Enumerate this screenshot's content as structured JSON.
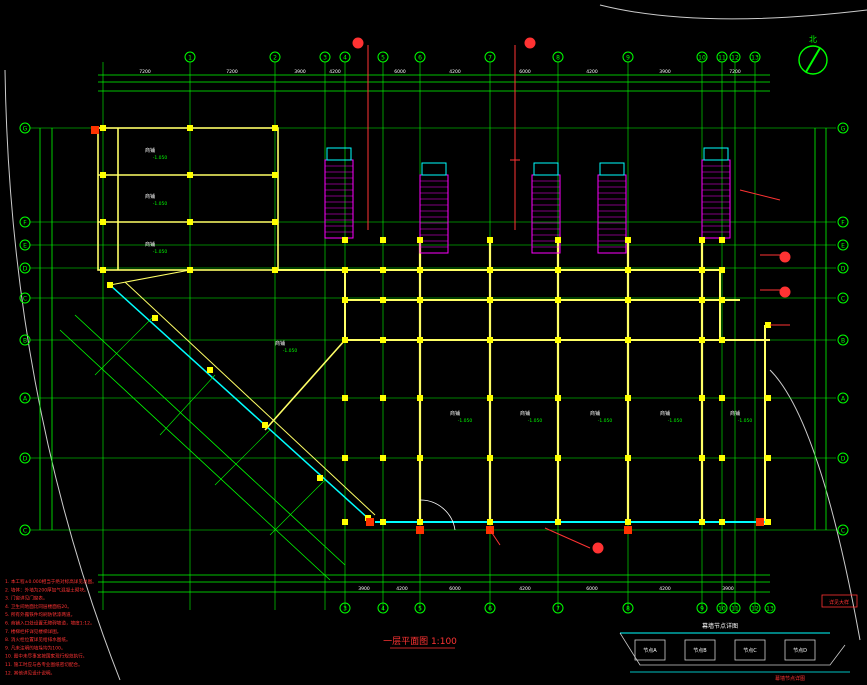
{
  "drawing": {
    "title": "一层平面图 1:100",
    "north_label": "北",
    "colors": {
      "background": "#000000",
      "axis": "#00ff00",
      "column": "#ffff00",
      "wall": "#ffff66",
      "stair": "#ff00ff",
      "glass": "#00ffff",
      "note": "#ff3333",
      "detail": "#00ffff",
      "dim_text": "#ffffff"
    },
    "axis_top": [
      "1",
      "2",
      "3",
      "4",
      "5",
      "6",
      "7",
      "8",
      "9",
      "10",
      "11",
      "12",
      "13"
    ],
    "axis_bottom": [
      "3",
      "4",
      "5",
      "6",
      "7",
      "8",
      "9",
      "10",
      "11",
      "12",
      "13"
    ],
    "axis_left": [
      "G",
      "F",
      "E",
      "D",
      "C",
      "B",
      "A",
      "D",
      "C"
    ],
    "axis_right": [
      "G",
      "F",
      "E",
      "D",
      "C",
      "B",
      "A",
      "D",
      "C"
    ],
    "top_dims": [
      "7200",
      "7200",
      "3900",
      "4200",
      "6000",
      "4200",
      "6000",
      "4200",
      "3900",
      "7200"
    ],
    "bottom_dims": [
      "3900",
      "4200",
      "6000",
      "4200",
      "6000",
      "4200",
      "3900"
    ],
    "room_labels": [
      {
        "text": "商铺",
        "elev": "-1.050"
      },
      {
        "text": "商铺",
        "elev": "-1.050"
      },
      {
        "text": "商铺",
        "elev": "-1.050"
      },
      {
        "text": "商铺",
        "elev": "-1.050"
      },
      {
        "text": "商铺",
        "elev": "-1.050"
      },
      {
        "text": "商铺",
        "elev": "-1.050"
      },
      {
        "text": "商铺",
        "elev": "-1.050"
      },
      {
        "text": "商铺",
        "elev": "-1.050"
      },
      {
        "text": "商铺",
        "elev": "-1.050"
      }
    ],
    "notes": [
      "1. 本工程±0.000相当于绝对标高详见总图。",
      "2. 墙体：外墙为200厚加气混凝土砌块。",
      "3. 门窗详见门窗表。",
      "4. 卫生间地面比同层楼面低20。",
      "5. 所有外露铁件均刷防锈漆两道。",
      "6. 商铺入口处设置无障碍坡道，坡度1:12。",
      "7. 楼梯栏杆详见楼梯详图。",
      "8. 消火栓位置详见给排水图纸。",
      "9. 凡未注明的墙垛均为100。",
      "10. 图中未尽事宜按国家现行规范执行。",
      "11. 施工时应与各专业图纸密切配合。",
      "12. 其他详见设计说明。"
    ],
    "detail_title": "幕墙节点详图",
    "detail_labels": [
      "节点A",
      "节点B",
      "节点C",
      "节点D"
    ],
    "corner_label": "详见大样"
  }
}
